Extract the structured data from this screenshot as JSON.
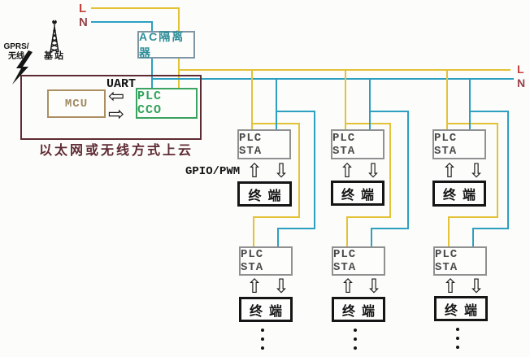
{
  "labels": {
    "line_live": "L",
    "line_neutral": "N",
    "ac_isolator": "AC隔离器",
    "uart": "UART",
    "mcu": "MCU",
    "plc_cco": "PLC CCO",
    "cloud_caption": "以太网或无线方式上云",
    "gpio_pwm": "GPIO/PWM",
    "gprs_line1": "GPRS/",
    "gprs_line2": "无线",
    "base_station": "基站",
    "plc_sta": "PLC STA",
    "terminal": "终端"
  },
  "icons": {
    "up_arrow": "⇧",
    "down_arrow": "⇩",
    "left_arrow": "⇦",
    "right_arrow": "⇨"
  },
  "colors": {
    "wire_yellow": "#e3c238",
    "wire_cyan": "#2d9fc1",
    "maroon": "#5e2b33",
    "label_red": "#c2423e",
    "label_dark_red": "#98434b",
    "teal": "#2f8f99",
    "ac_border": "#8096a4",
    "tan": "#ab8f62",
    "tan_text": "#a08a62",
    "green": "#3aa35f",
    "green_text": "#2fa35a",
    "sta_border": "#8f9191",
    "sta_text": "#4a4a4a",
    "ink": "#151515"
  }
}
